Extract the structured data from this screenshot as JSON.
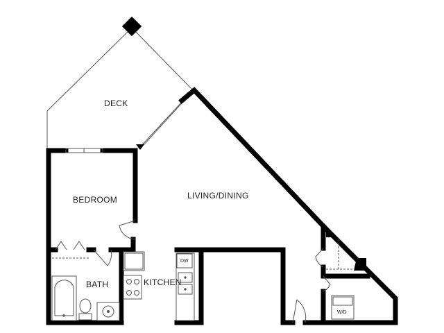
{
  "rooms": {
    "deck": "DECK",
    "bedroom": "BEDROOM",
    "living_dining": "LIVING/DINING",
    "bath": "BATH",
    "kitchen": "KITCHEN"
  },
  "appliances": {
    "dishwasher": "DW",
    "washer_dryer": "W/D"
  },
  "colors": {
    "wall": "#000000",
    "line": "#555555",
    "background": "#ffffff"
  }
}
